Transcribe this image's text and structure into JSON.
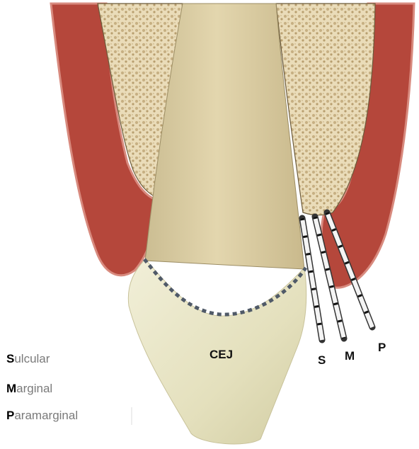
{
  "labels": {
    "cej": "CEJ",
    "s": "S",
    "m": "M",
    "p": "P"
  },
  "legend": [
    {
      "letter": "S",
      "rest": "ulcular"
    },
    {
      "letter": "M",
      "rest": "arginal"
    },
    {
      "letter": "P",
      "rest": "aramarginal"
    }
  ],
  "colors": {
    "gingiva": "#b5473b",
    "gingiva_edge": "#d88a7e",
    "bone": "#e6d6b2",
    "root": "#d9cba3",
    "crown": "#e9e6c8",
    "cej_line": "#505a68"
  }
}
